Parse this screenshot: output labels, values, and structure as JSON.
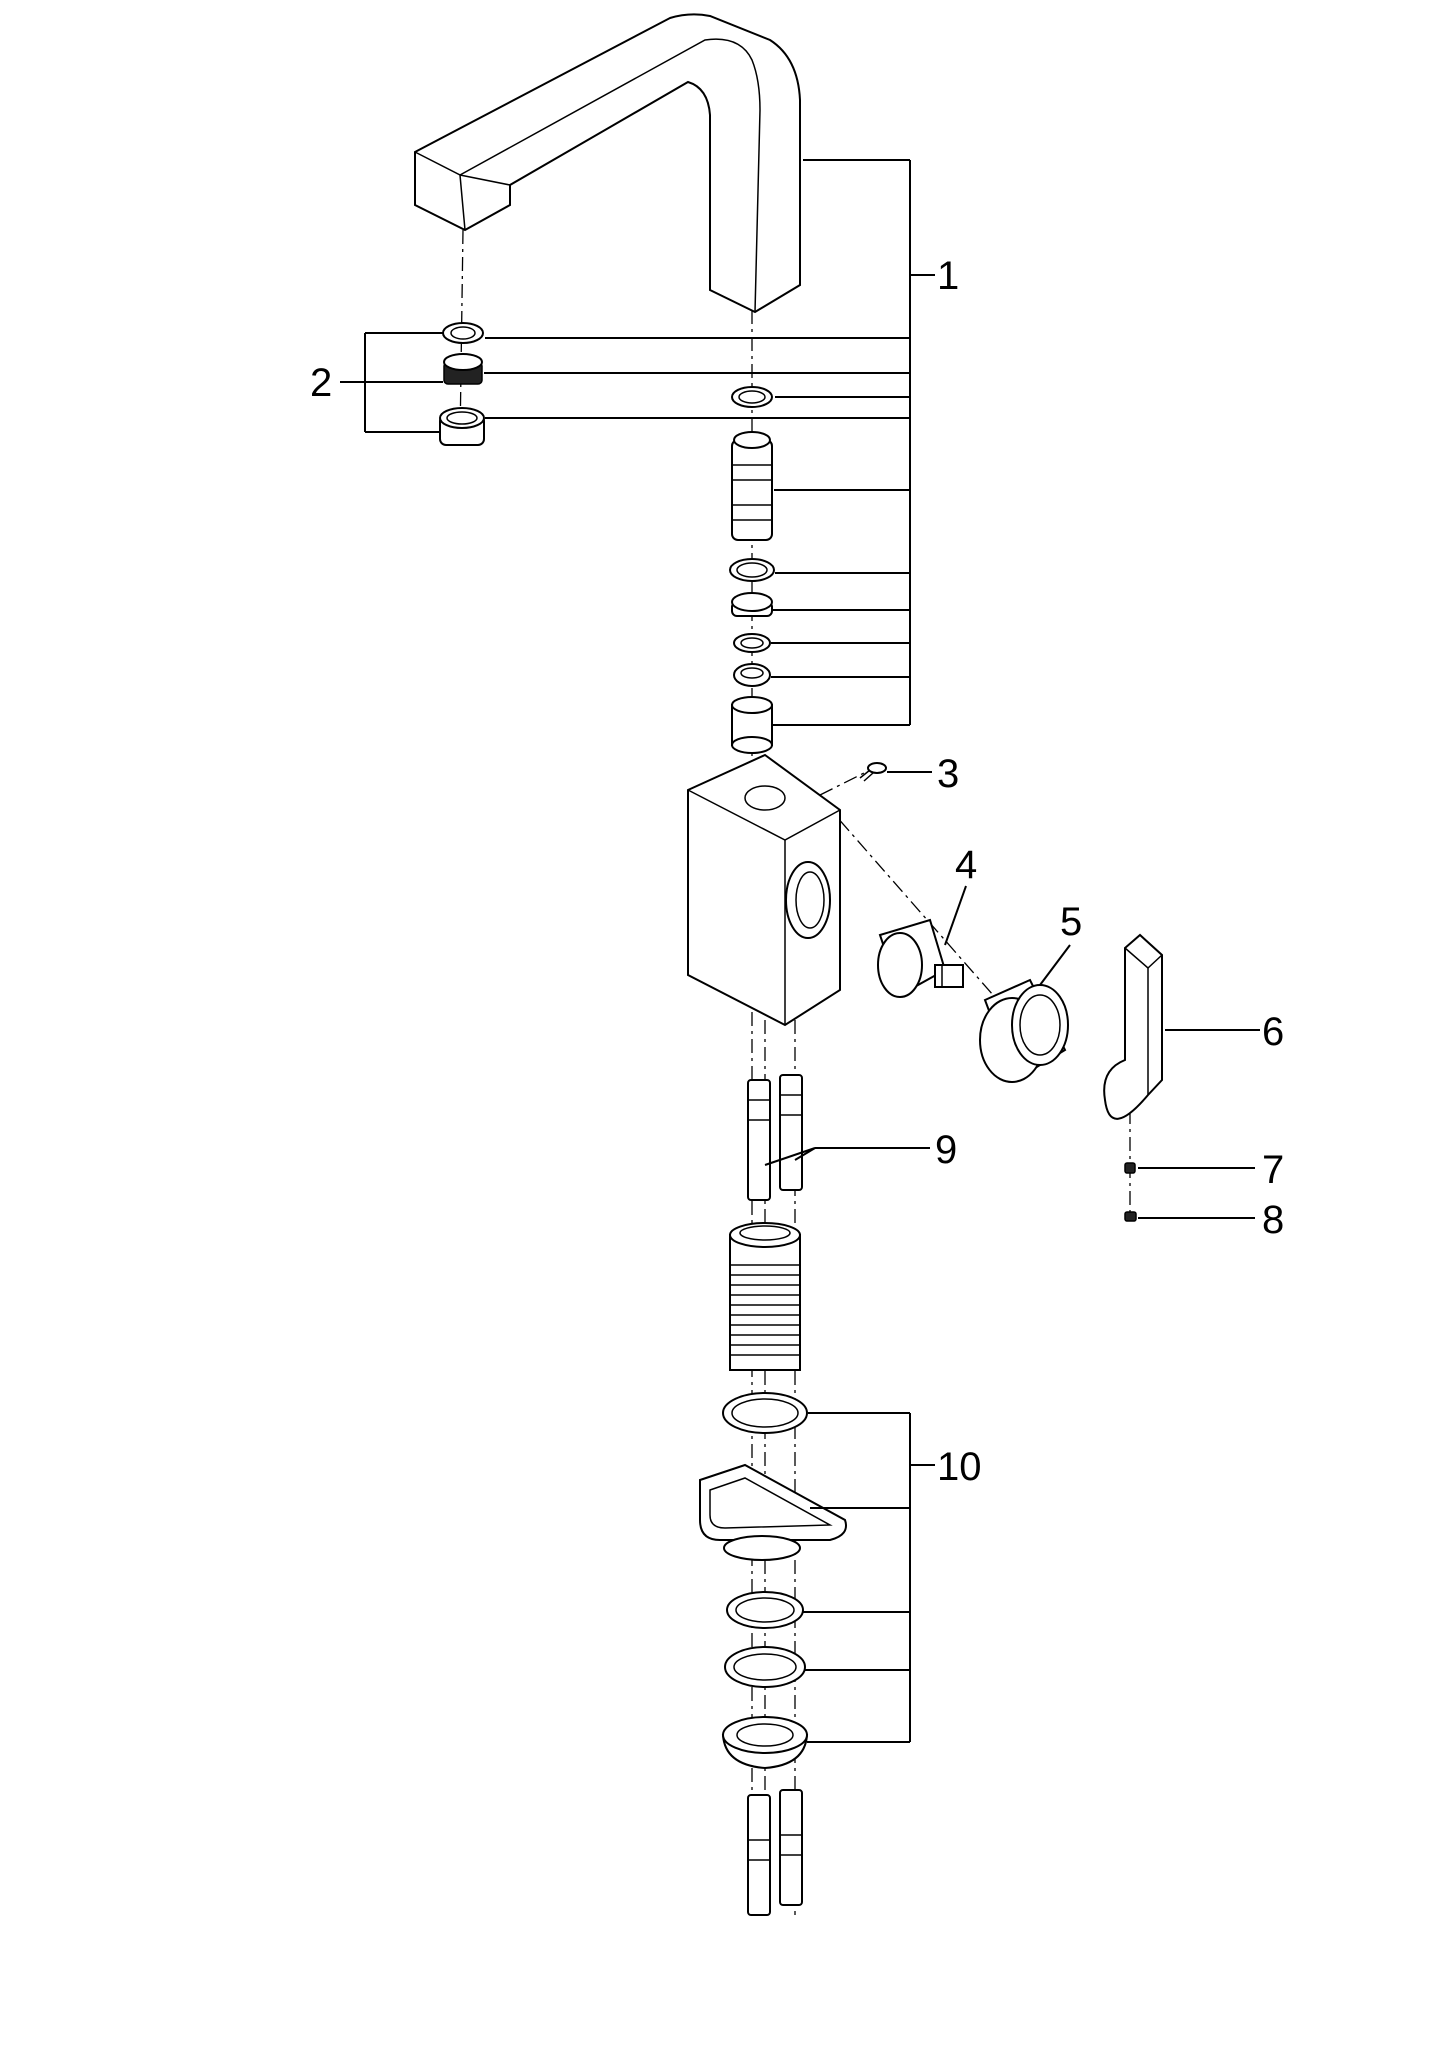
{
  "callouts": [
    {
      "id": "1",
      "label": "1"
    },
    {
      "id": "2",
      "label": "2"
    },
    {
      "id": "3",
      "label": "3"
    },
    {
      "id": "4",
      "label": "4"
    },
    {
      "id": "5",
      "label": "5"
    },
    {
      "id": "6",
      "label": "6"
    },
    {
      "id": "7",
      "label": "7"
    },
    {
      "id": "8",
      "label": "8"
    },
    {
      "id": "9",
      "label": "9"
    },
    {
      "id": "10",
      "label": "10"
    }
  ],
  "colors": {
    "line": "#000000",
    "background": "#ffffff"
  }
}
